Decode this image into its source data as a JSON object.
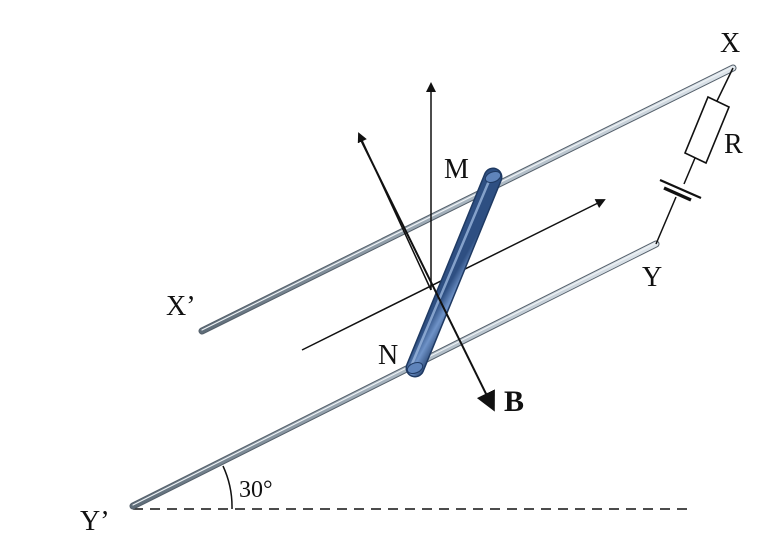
{
  "labels": {
    "x": "X",
    "x_prime": "X’",
    "y": "Y",
    "y_prime": "Y’",
    "m": "M",
    "n": "N",
    "r": "R",
    "b": "B",
    "angle": "30°"
  },
  "colors": {
    "rail": "#8c9ba8",
    "rod": "#4a6fa5",
    "ink": "#111111"
  }
}
